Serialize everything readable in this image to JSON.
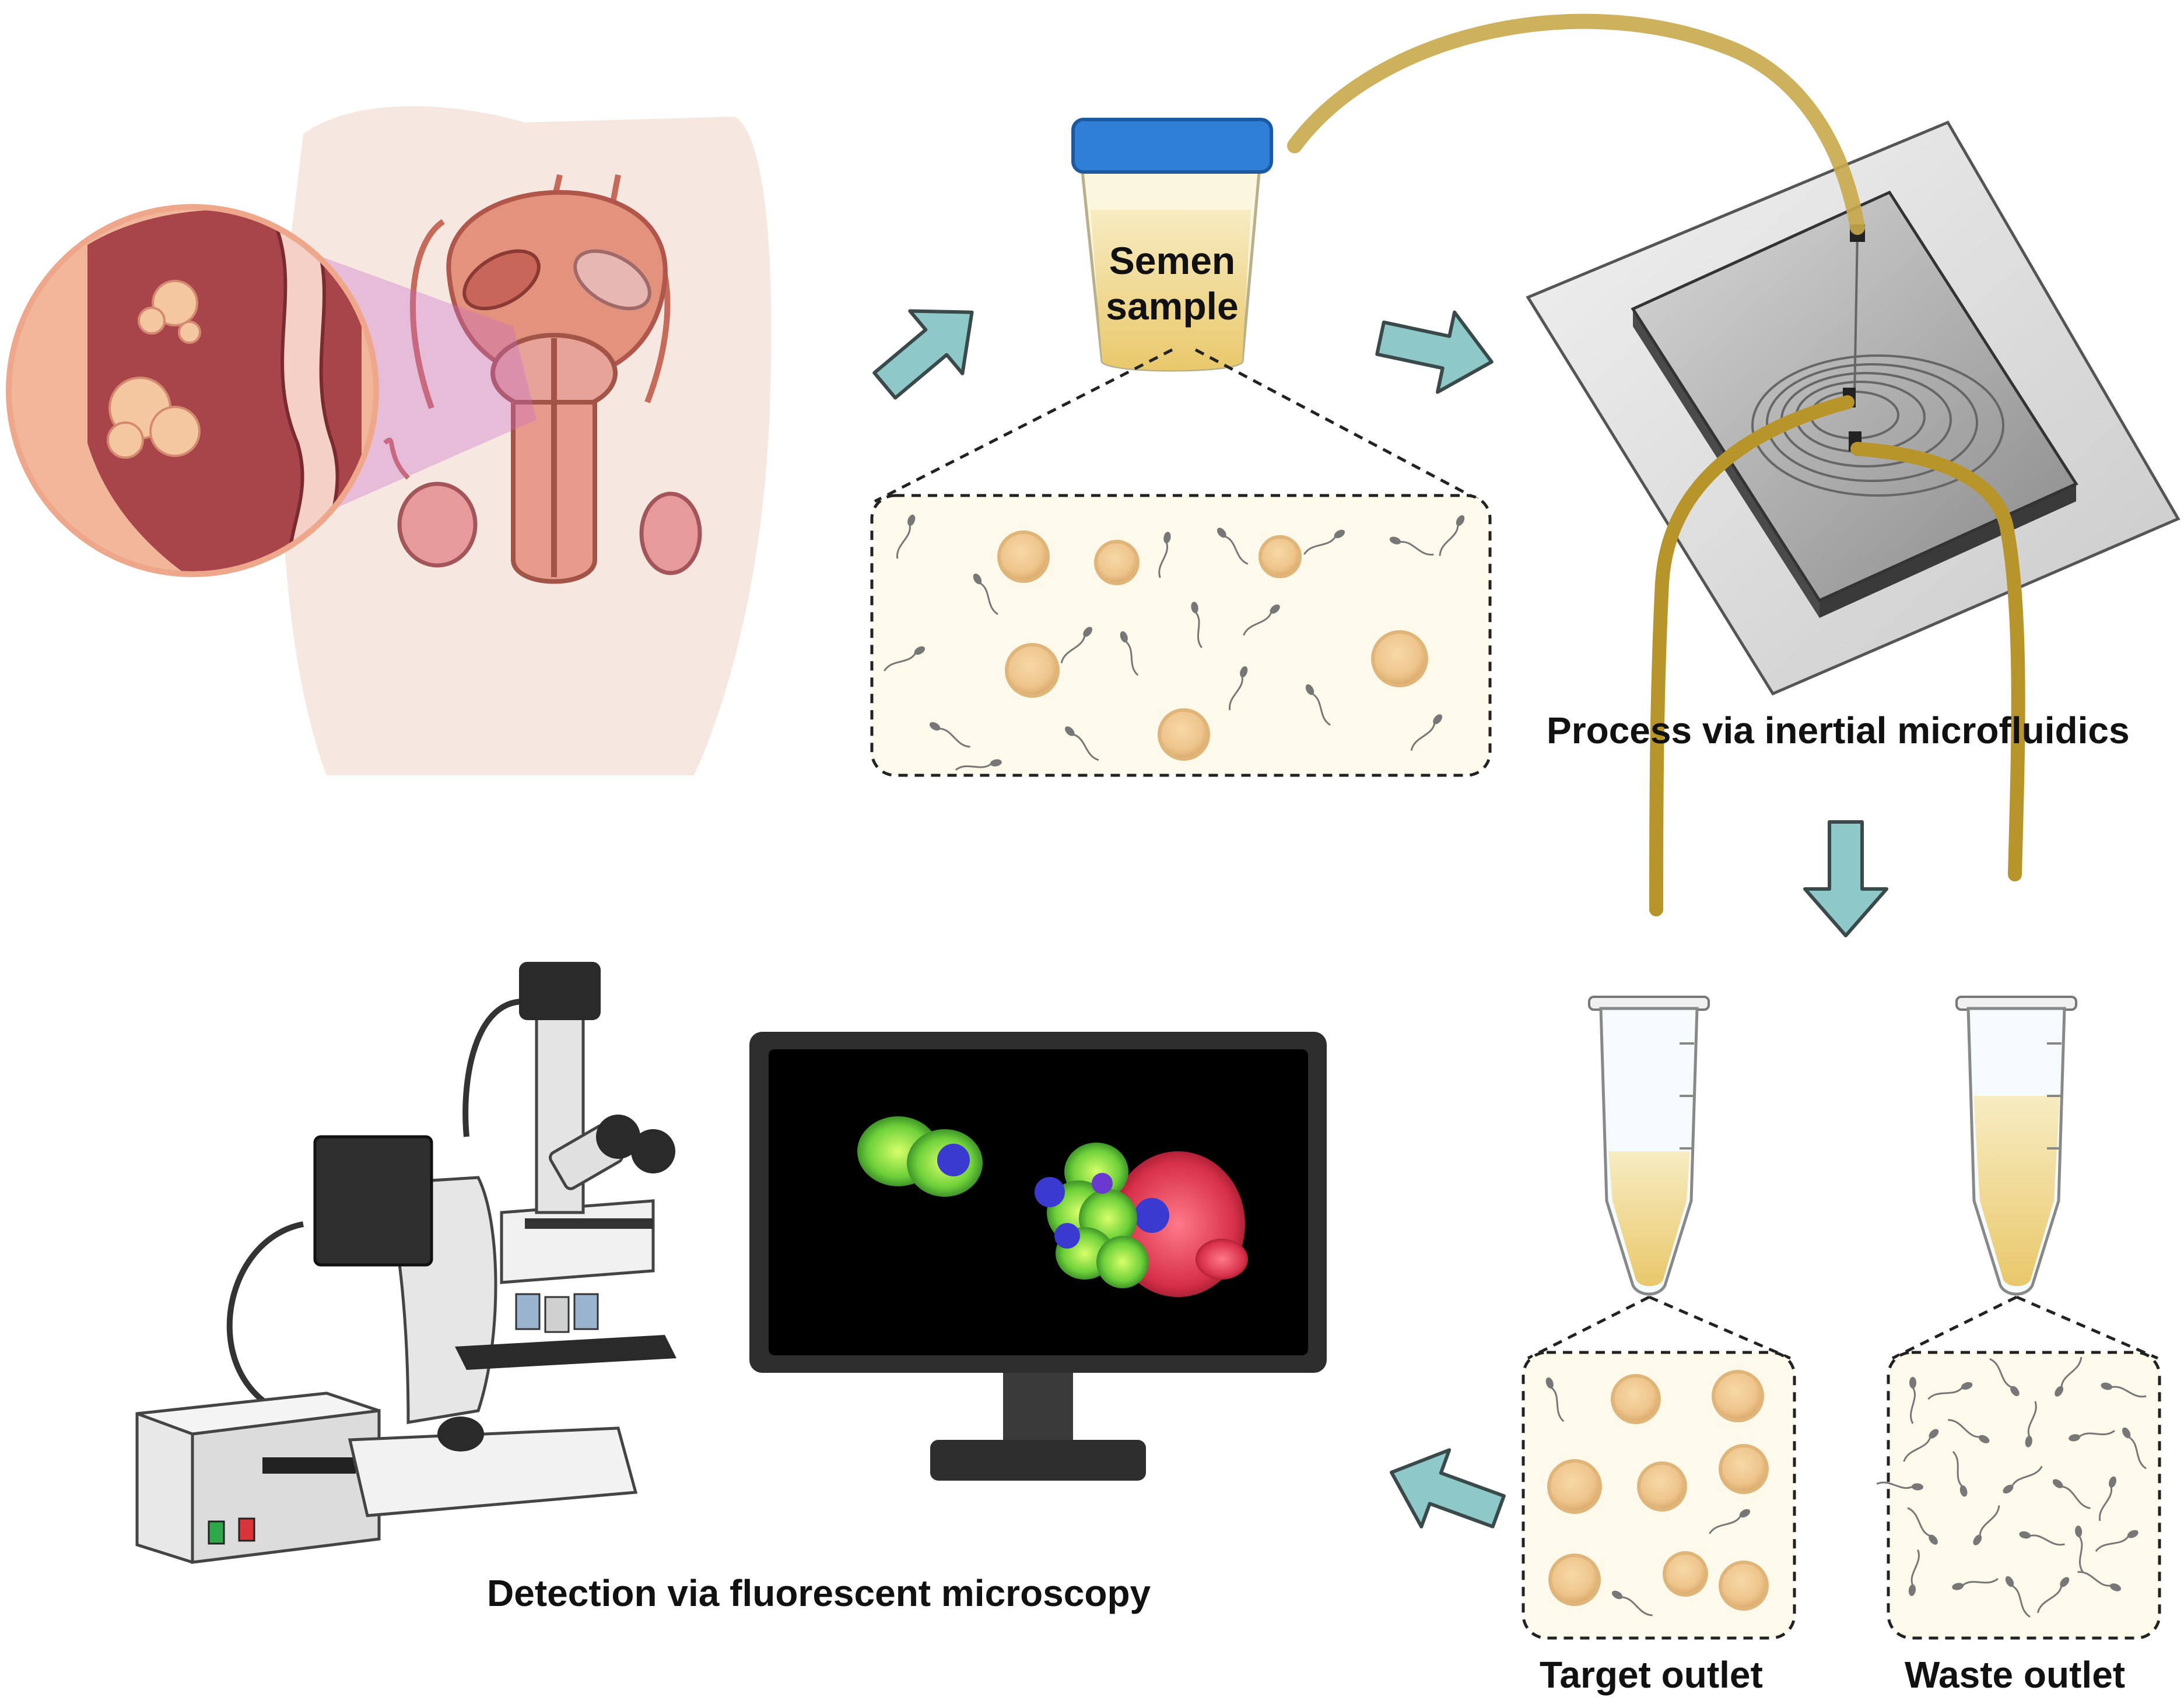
{
  "labels": {
    "semen_line1": "Semen",
    "semen_line2": "sample",
    "process": "Process via inertial microfluidics",
    "detection": "Detection via fluorescent microscopy",
    "target": "Target outlet",
    "waste": "Waste outlet"
  },
  "colors": {
    "arrow_fill": "#8fc8c8",
    "arrow_stroke": "#3a4a4a",
    "tube_gold": "#b8952a",
    "cup_lid": "#2f7fd6",
    "semen_fill": "#f3e7a8",
    "cell_fill": "#eec48c",
    "sperm": "#777777",
    "inset_bg": "#fdfaec",
    "tissue": "#a8454a",
    "monitor": "#2e2e2e"
  }
}
